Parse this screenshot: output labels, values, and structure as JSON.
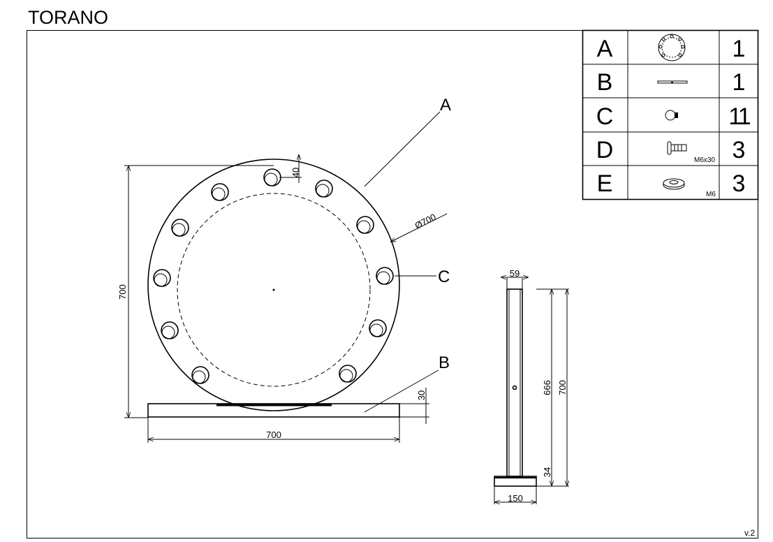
{
  "title": "TORANO",
  "version": "v.2",
  "parts_table": [
    {
      "letter": "A",
      "icon": "mirror-icon",
      "spec": "",
      "qty": "1"
    },
    {
      "letter": "B",
      "icon": "base-bar-icon",
      "spec": "",
      "qty": "1"
    },
    {
      "letter": "C",
      "icon": "bulb-icon",
      "spec": "",
      "qty": "11"
    },
    {
      "letter": "D",
      "icon": "screw-icon",
      "spec": "M6x30",
      "qty": "3"
    },
    {
      "letter": "E",
      "icon": "washer-icon",
      "spec": "M6",
      "qty": "3"
    }
  ],
  "front_view": {
    "callout_a": "A",
    "callout_b": "B",
    "callout_c": "C",
    "dim_height": "700",
    "dim_width": "700",
    "dim_diameter": "Ø700",
    "dim_bulb_offset": "40",
    "dim_base_height": "30"
  },
  "side_view": {
    "dim_depth": "59",
    "dim_upper": "666",
    "dim_total": "700",
    "dim_base": "34",
    "dim_base_width": "150"
  }
}
